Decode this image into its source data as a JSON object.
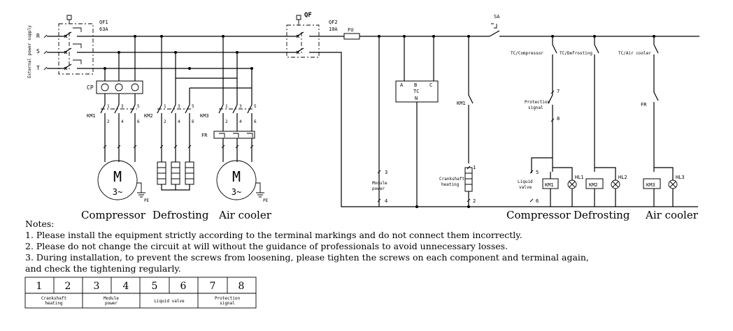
{
  "phases": [
    "R",
    "S",
    "T"
  ],
  "external_supply": "External power supply",
  "qf1": {
    "name": "QF1",
    "rating": "63A"
  },
  "qf": {
    "name": "QF"
  },
  "qf2": {
    "name": "QF2",
    "rating": "10A"
  },
  "fu": "FU",
  "sa": "SA",
  "cp": "CP",
  "km1": "KM1",
  "km2": "KM2",
  "km3": "KM3",
  "fr": "FR",
  "pe": "PE",
  "terminals": {
    "one": "1",
    "two": "2",
    "three": "3",
    "four": "4",
    "five": "5",
    "six": "6",
    "seven": "7",
    "eight": "8"
  },
  "motor": {
    "letter": "M",
    "phase": "3~"
  },
  "tc": {
    "a": "A",
    "b": "B",
    "c": "C",
    "name": "TC",
    "n": "N"
  },
  "tc_labels": {
    "compressor": "TC/Compressor",
    "defrosting": "TC/Defrosting",
    "air_cooler": "TC/Air cooler"
  },
  "protection_signal": {
    "line1": "Protection",
    "line2": "signal"
  },
  "module_power": {
    "line1": "Module",
    "line2": "power"
  },
  "crankshaft_heating": {
    "line1": "Crankshaft",
    "line2": "heating"
  },
  "liquid_valve": {
    "line1": "Liquid",
    "line2": "valve"
  },
  "lamps": {
    "hl1": "HL1",
    "hl2": "HL2",
    "hl3": "HL3"
  },
  "section_labels": {
    "left": [
      "Compressor",
      "Defrosting",
      "Air cooler"
    ],
    "right": [
      "Compressor",
      "Defrosting",
      "Air cooler"
    ]
  },
  "notes": {
    "title": "Notes:",
    "items": [
      "1. Please install the equipment strictly according to the terminal markings and do not connect them incorrectly.",
      "2. Please do not change the circuit at will without the guidance of professionals to avoid unnecessary losses.",
      "3. During installation, to prevent the screws from loosening, please tighten the screws on each component and terminal again,",
      "and check the tightening regularly."
    ]
  },
  "terminal_table": {
    "numbers": [
      "1",
      "2",
      "3",
      "4",
      "5",
      "6",
      "7",
      "8"
    ],
    "groups": [
      {
        "line1": "Crankshaft",
        "line2": "heating"
      },
      {
        "line1": "Module",
        "line2": "power"
      },
      {
        "line1": "Liquid valve",
        "line2": ""
      },
      {
        "line1": "Protection",
        "line2": "signal"
      }
    ]
  }
}
